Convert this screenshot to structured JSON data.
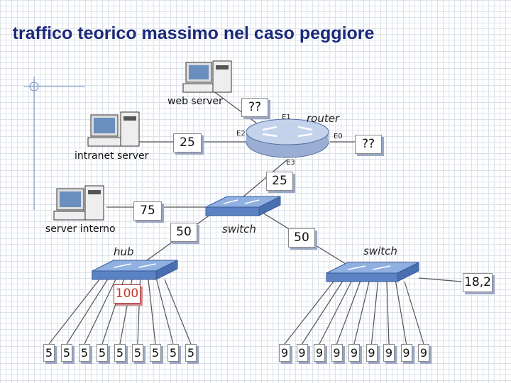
{
  "title": "traffico teorico massimo nel caso peggiore",
  "labels": {
    "web_server": "web server",
    "intranet_server": "intranet server",
    "server_interno": "server interno",
    "router": "router",
    "switch_top": "switch",
    "switch_right": "switch",
    "hub": "hub",
    "port_e1": "E1",
    "port_e2": "E2",
    "port_e0": "E0",
    "port_e3": "E3"
  },
  "values": {
    "web_link": "??",
    "intranet_link": "25",
    "e0_link": "??",
    "e3_link": "25",
    "server_interno_link": "75",
    "hub_link": "50",
    "switch_link": "50",
    "hub_total": "100",
    "switch_total": "18,2"
  },
  "hub_clients": [
    "5",
    "5",
    "5",
    "5",
    "5",
    "5",
    "5",
    "5",
    "5"
  ],
  "switch_clients": [
    "9",
    "9",
    "9",
    "9",
    "9",
    "9",
    "9",
    "9",
    "9"
  ],
  "colors": {
    "title": "#1c2a7a",
    "router": "#7f99c4",
    "switch": "#6d91c9",
    "highlight": "#c0392b"
  }
}
